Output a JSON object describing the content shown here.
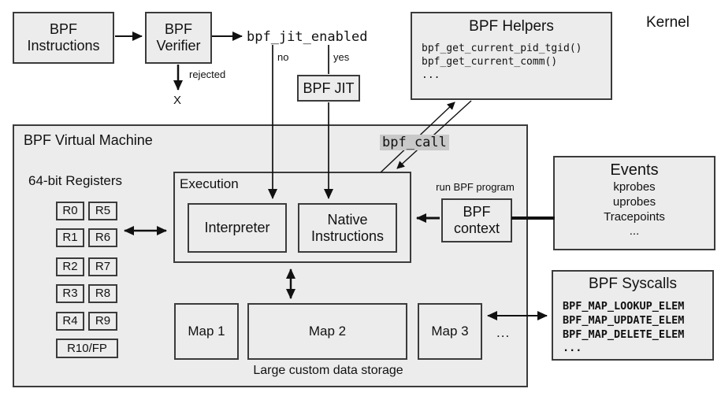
{
  "kernel_label": "Kernel",
  "colors": {
    "background": "#ffffff",
    "vm_fill": "#c9c9c9",
    "node_fill": "#ececec",
    "border": "#3b3b3b",
    "arrow": "#111111"
  },
  "pipeline": {
    "bpf_instructions": "BPF\nInstructions",
    "bpf_verifier": "BPF\nVerifier",
    "bpf_jit_enabled": "bpf_jit_enabled",
    "no_label": "no",
    "yes_label": "yes",
    "rejected_label": "rejected",
    "rejected_mark": "X",
    "bpf_jit": "BPF JIT"
  },
  "helpers": {
    "title": "BPF Helpers",
    "items": [
      "bpf_get_current_pid_tgid()",
      "bpf_get_current_comm()",
      "..."
    ]
  },
  "vm": {
    "title": "BPF Virtual Machine",
    "registers_title": "64-bit Registers",
    "registers": [
      "R0",
      "R5",
      "R1",
      "R6",
      "R2",
      "R7",
      "R3",
      "R8",
      "R4",
      "R9",
      "R10/FP"
    ],
    "execution": {
      "title": "Execution",
      "interpreter": "Interpreter",
      "native": "Native\nInstructions"
    },
    "bpf_call": "bpf_call",
    "run_bpf_program": "run BPF program",
    "bpf_context": "BPF\ncontext",
    "maps": [
      "Map 1",
      "Map 2",
      "Map 3"
    ],
    "maps_more": "...",
    "storage_caption": "Large custom data storage"
  },
  "events": {
    "title": "Events",
    "items": [
      "kprobes",
      "uprobes",
      "Tracepoints",
      "..."
    ]
  },
  "syscalls": {
    "title": "BPF Syscalls",
    "items": [
      "BPF_MAP_LOOKUP_ELEM",
      "BPF_MAP_UPDATE_ELEM",
      "BPF_MAP_DELETE_ELEM",
      "..."
    ]
  }
}
